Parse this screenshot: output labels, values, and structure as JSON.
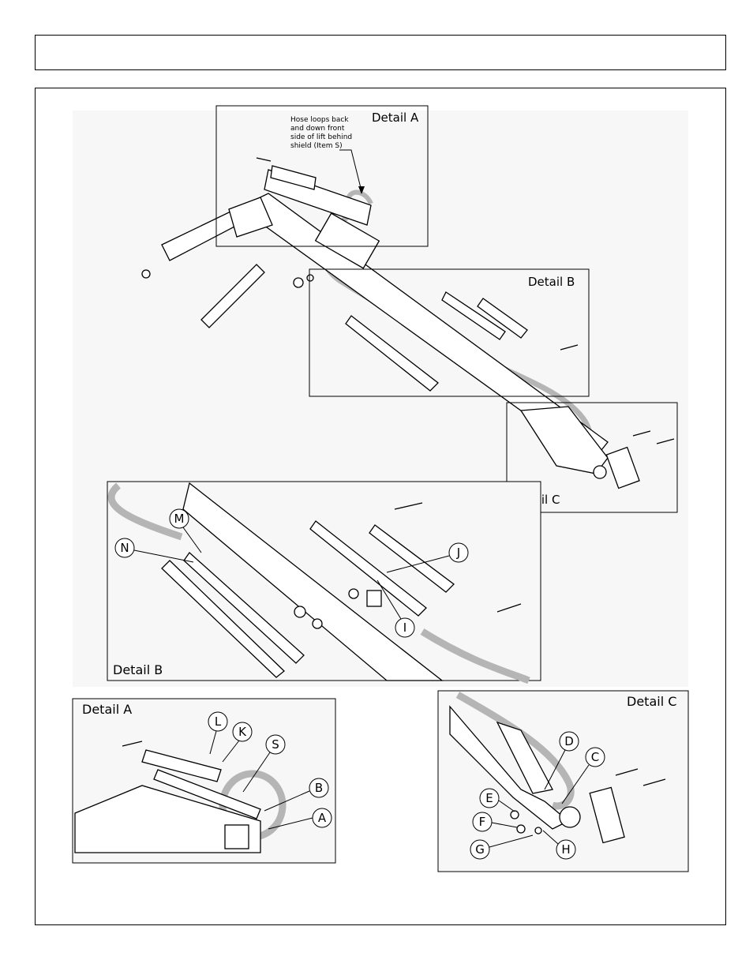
{
  "header": {
    "title": ""
  },
  "overview": {
    "detail_a_label": "Detail A",
    "detail_b_label": "Detail B",
    "detail_c_label": "Detail C",
    "hose_note": [
      "Hose loops back",
      "and down front",
      "side of lift behind",
      "shield (Item S)"
    ]
  },
  "detail_b": {
    "label": "Detail B",
    "callouts": [
      "M",
      "N",
      "J",
      "I"
    ]
  },
  "detail_a": {
    "label": "Detail A",
    "callouts": [
      "L",
      "K",
      "S",
      "B",
      "A"
    ]
  },
  "detail_c": {
    "label": "Detail C",
    "callouts": [
      "D",
      "C",
      "E",
      "F",
      "G",
      "H"
    ]
  }
}
